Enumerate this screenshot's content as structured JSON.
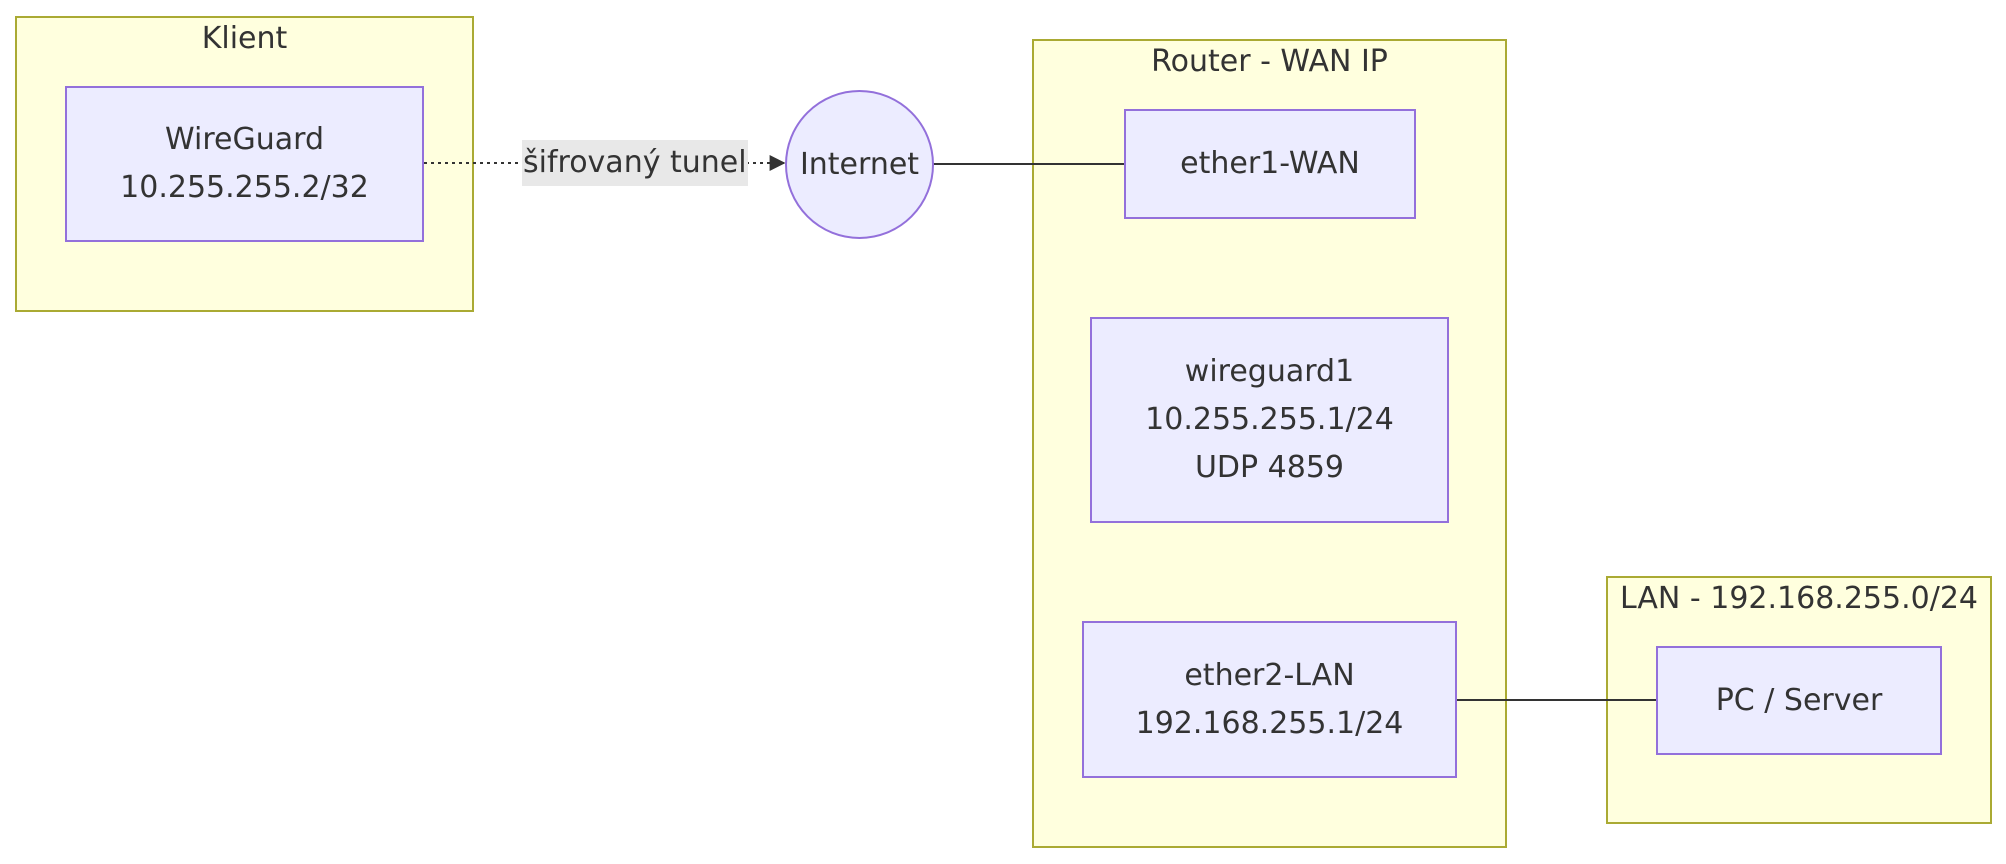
{
  "clusters": {
    "klient": {
      "title": "Klient"
    },
    "router": {
      "title": "Router - WAN IP"
    },
    "lan": {
      "title": "LAN - 192.168.255.0/24"
    }
  },
  "nodes": {
    "wireguard_client": {
      "line1": "WireGuard",
      "line2": "10.255.255.2/32"
    },
    "internet": {
      "label": "Internet"
    },
    "ether1": {
      "label": "ether1-WAN"
    },
    "wireguard1": {
      "line1": "wireguard1",
      "line2": "10.255.255.1/24",
      "line3": "UDP 4859"
    },
    "ether2": {
      "line1": "ether2-LAN",
      "line2": "192.168.255.1/24"
    },
    "pc_server": {
      "label": "PC / Server"
    }
  },
  "edges": {
    "tunnel": {
      "label": "šifrovaný tunel",
      "style": "dotted"
    }
  },
  "colors": {
    "cluster_fill": "#ffffde",
    "cluster_border": "#aaaa33",
    "node_fill": "#ececff",
    "node_border": "#9370db",
    "edge": "#333333",
    "edge_label_bg": "#e8e8e8"
  }
}
